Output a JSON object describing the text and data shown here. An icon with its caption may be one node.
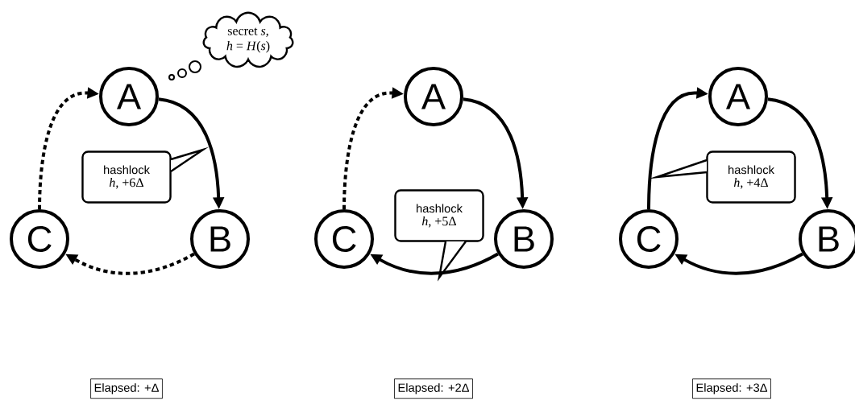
{
  "diagram": {
    "nodes": [
      {
        "text": [
          "secret *s*,",
          "*h* = *H*(*s*)"
        ]
      },
      {
        "text": [
          "A"
        ]
      },
      {
        "text": [
          "B"
        ]
      },
      {
        "text": [
          "C"
        ]
      },
      {
        "text": [
          "hashlock",
          "*h*, +6Δ"
        ]
      },
      {
        "text": [
          "Elapsed: +Δ"
        ]
      },
      {
        "text": [
          "A"
        ]
      },
      {
        "text": [
          "B"
        ]
      },
      {
        "text": [
          "C"
        ]
      },
      {
        "text": [
          "hashlock",
          "*h*, +5Δ"
        ]
      },
      {
        "text": [
          "Elapsed: +2Δ"
        ]
      },
      {
        "text": [
          "A"
        ]
      },
      {
        "text": [
          "B"
        ]
      },
      {
        "text": [
          "C"
        ]
      },
      {
        "text": [
          "hashlock",
          "*h*, +4Δ"
        ]
      },
      {
        "text": [
          "Elapsed: +3Δ"
        ]
      }
    ],
    "edges": [
      {
        "from": 1,
        "to": 2,
        "arrow": "to"
      },
      {
        "from": 2,
        "to": 3,
        "arrow": "to",
        "style": "dashed"
      },
      {
        "from": 3,
        "to": 1,
        "arrow": "to",
        "style": "dashed"
      },
      {
        "from": 6,
        "to": 7,
        "arrow": "to"
      },
      {
        "from": 7,
        "to": 8,
        "arrow": "to"
      },
      {
        "from": 8,
        "to": 6,
        "arrow": "to",
        "style": "dashed"
      },
      {
        "from": 11,
        "to": 12,
        "arrow": "to"
      },
      {
        "from": 12,
        "to": 13,
        "arrow": "to"
      },
      {
        "from": 13,
        "to": 11,
        "arrow": "to"
      }
    ]
  }
}
